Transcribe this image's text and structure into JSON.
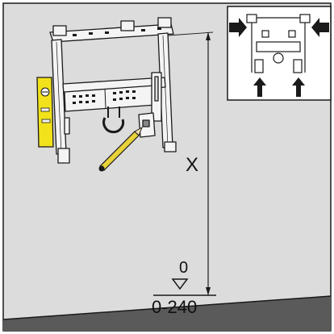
{
  "colors": {
    "wall": "#dcdcdc",
    "floor": "#5a5a5a",
    "frame": "#f4f4f4",
    "stroke": "#1a1a1a",
    "spirit_level": "#f2e21b",
    "pencil": "#e8d23a",
    "inset_bg": "#ffffff"
  },
  "icons": {
    "installation_frame": "installation-frame-icon",
    "spirit_level": "spirit-level-icon",
    "pencil": "pencil-icon",
    "pipe_clamp": "pipe-clamp-icon",
    "arrow": "arrow-icon",
    "floor_level_marker": "triangle-down-icon"
  },
  "labels": {
    "height_variable": "X",
    "floor_zero": "0",
    "adjust_range": "0-240"
  }
}
